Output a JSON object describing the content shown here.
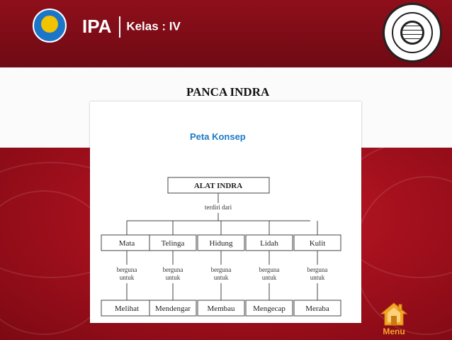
{
  "header": {
    "subject": "IPA",
    "class_label": "Kelas : IV"
  },
  "slide": {
    "heading": "PANCA INDRA"
  },
  "concept_map": {
    "title": "Peta Konsep",
    "root": "ALAT INDRA",
    "connector": "terdiri dari",
    "relation_line1": "berguna",
    "relation_line2": "untuk",
    "organs": [
      "Mata",
      "Telinga",
      "Hidung",
      "Lidah",
      "Kulit"
    ],
    "functions": [
      "Melihat",
      "Mendengar",
      "Membau",
      "Mengecap",
      "Meraba"
    ]
  },
  "nav": {
    "menu_label": "Menu",
    "menu_icon": "home-icon"
  },
  "colors": {
    "header_red": "#8e0f1b",
    "body_red": "#b01423",
    "title_blue": "#1f7ac7",
    "menu_orange": "#f4a526"
  }
}
